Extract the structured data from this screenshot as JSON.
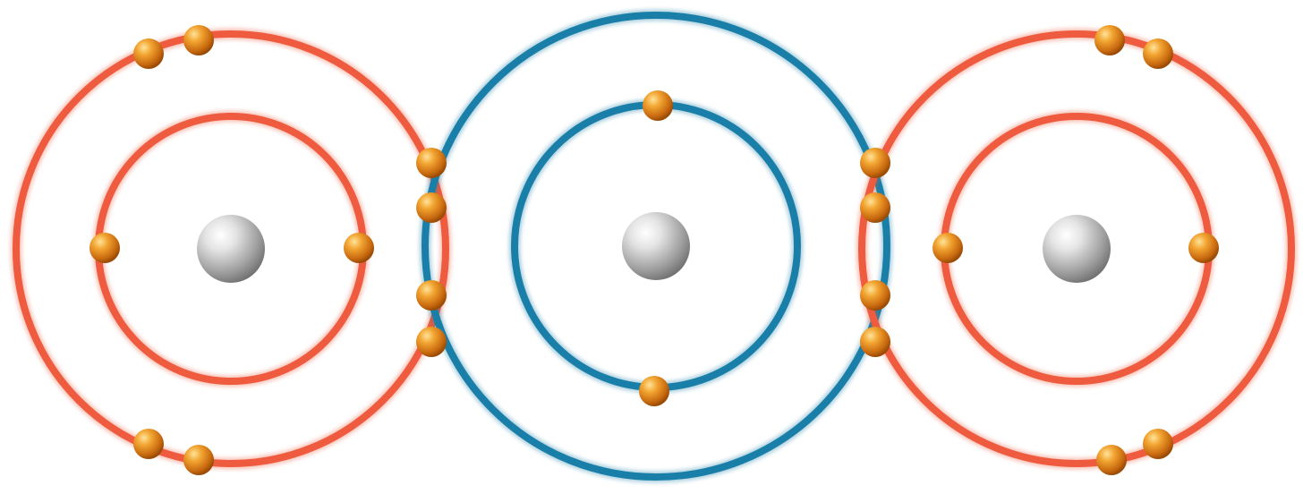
{
  "diagram": {
    "kind": "bohr-model-covalent-bonding",
    "atoms": [
      {
        "id": "left-atom",
        "shell_color": "#ef5b3e",
        "shells": [
          {
            "electrons": 2
          },
          {
            "electrons": 6
          }
        ]
      },
      {
        "id": "center-atom",
        "shell_color": "#1a7fa8",
        "shells": [
          {
            "electrons": 2
          },
          {
            "electrons": 4
          }
        ]
      },
      {
        "id": "right-atom",
        "shell_color": "#ef5b3e",
        "shells": [
          {
            "electrons": 2
          },
          {
            "electrons": 6
          }
        ]
      }
    ],
    "shared_electron_pairs": 4,
    "colors": {
      "electron": "#e08a1a",
      "electron_highlight": "#ffd27a",
      "nucleus": "#a9a9a9",
      "nucleus_highlight": "#ffffff",
      "background": "#ffffff"
    }
  }
}
